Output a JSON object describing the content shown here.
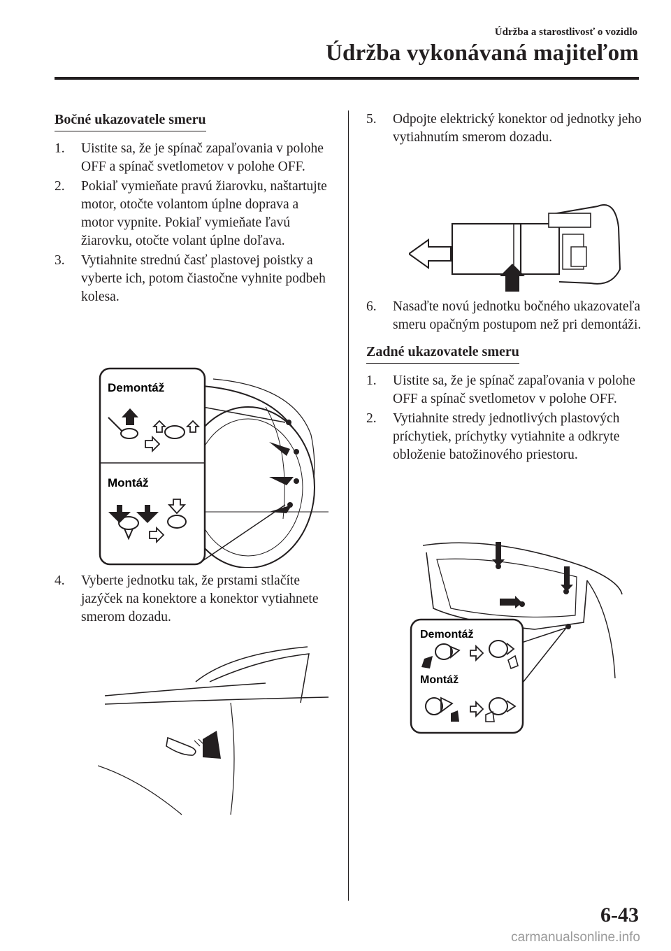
{
  "header": {
    "subtitle": "Údržba a starostlivosť o vozidlo",
    "title": "Údržba vykonávaná majiteľom"
  },
  "left": {
    "heading": "Bočné ukazovatele smeru",
    "steps": [
      {
        "num": "1.",
        "text": "Uistite sa, že je spínač zapaľovania v polohe OFF a spínač svetlometov v polohe OFF."
      },
      {
        "num": "2.",
        "text": "Pokiaľ vymieňate pravú žiarovku, naštartujte motor, otočte volantom úplne doprava a motor vypnite. Pokiaľ vymieňate ľavú žiarovku, otočte volant úplne doľava."
      },
      {
        "num": "3.",
        "text": "Vytiahnite strednú časť plastovej poistky a vyberte ich, potom čiastočne vyhnite podbeh kolesa."
      },
      {
        "num": "4.",
        "text": "Vyberte jednotku tak, že prstami stlačíte jazýček na konektore a konektor vytiahnete smerom dozadu."
      }
    ],
    "fig1": {
      "removal_label": "Demontáž",
      "install_label": "Montáž"
    }
  },
  "right": {
    "steps_a": [
      {
        "num": "5.",
        "text": "Odpojte elektrický konektor od jednotky jeho vytiahnutím smerom dozadu."
      },
      {
        "num": "6.",
        "text": "Nasaďte novú jednotku bočného ukazovateľa smeru opačným postupom než pri demontáži."
      }
    ],
    "heading": "Zadné ukazovatele smeru",
    "steps_b": [
      {
        "num": "1.",
        "text": "Uistite sa, že je spínač zapaľovania v polohe OFF a spínač svetlometov v polohe OFF."
      },
      {
        "num": "2.",
        "text": "Vytiahnite stredy jednotlivých plastových príchytiek, príchytky vytiahnite a odkryte obloženie batožinového priestoru."
      }
    ],
    "fig2": {
      "removal_label": "Demontáž",
      "install_label": "Montáž"
    }
  },
  "footer": {
    "page_number": "6-43",
    "watermark": "carmanualsonline.info"
  }
}
